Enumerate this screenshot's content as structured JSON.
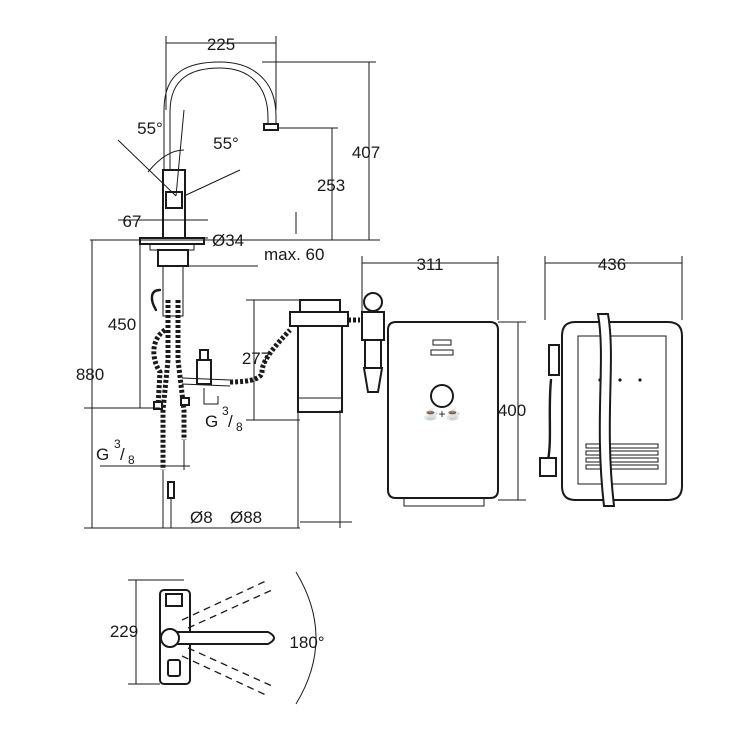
{
  "dimensions": {
    "spout_reach": "225",
    "height_total": "407",
    "spout_height": "253",
    "angle_left": "55°",
    "angle_right": "55°",
    "body_width": "67",
    "hole_diameter": "Ø34",
    "max_thickness": "max. 60",
    "hose_length": "450",
    "overall_length": "880",
    "filter_height": "277",
    "thread_left": "G",
    "thread_right": "G",
    "thread_num": "3",
    "thread_den": "8",
    "pipe_diameter": "Ø8",
    "filter_diameter": "Ø88",
    "boiler_depth": "311",
    "boiler_height": "400",
    "boiler_width": "436",
    "top_view_depth": "229",
    "swivel_angle": "180°"
  },
  "boiler_label": "☕+☕"
}
